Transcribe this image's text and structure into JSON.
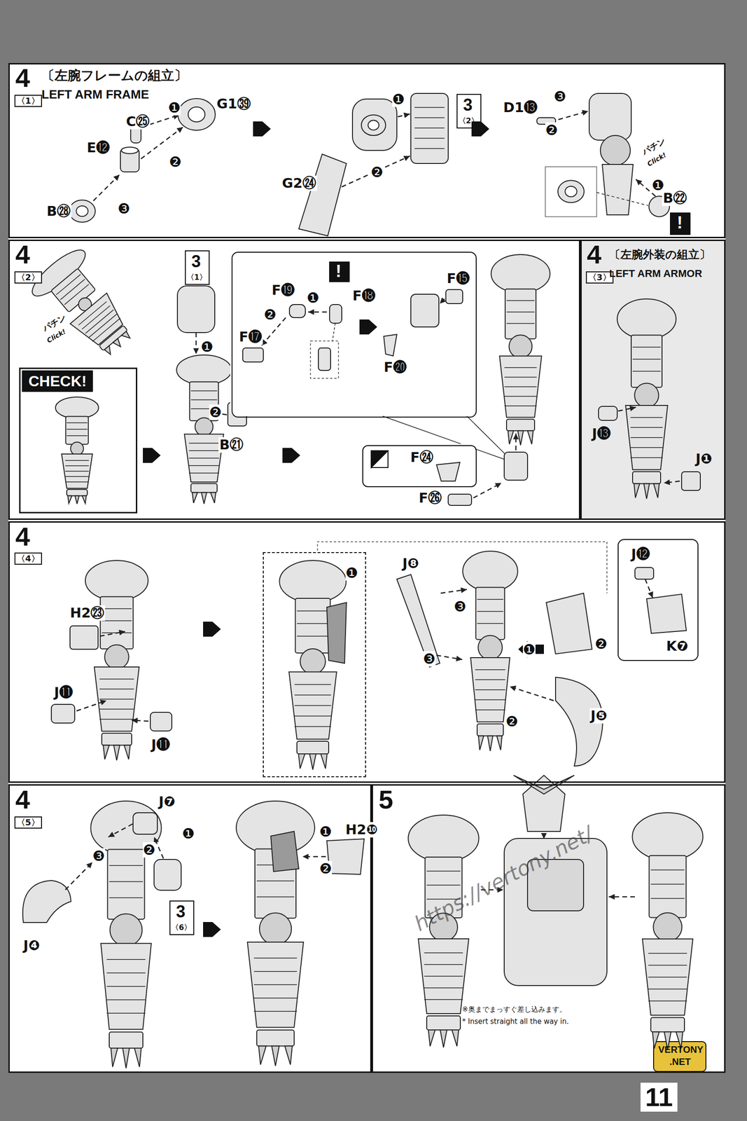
{
  "diagram": {
    "nodes": [
      {
        "text": [
          "4",
          "〈1〉",
          "〔左腕フレームの組立〕",
          "LEFT ARM FRAME"
        ]
      },
      {
        "text": [
          "3",
          "〈2〉"
        ],
        "in": 0
      },
      {
        "text": [
          "!"
        ],
        "in": 0
      },
      {
        "text": [
          "4",
          "〈2〉"
        ]
      },
      {
        "text": [
          "CHECK!"
        ],
        "in": 3
      },
      {
        "text": [
          "3",
          "〈1〉"
        ],
        "in": 3
      },
      {
        "text": [
          "F⓳",
          "❶",
          "F⓲",
          "❷",
          "F⓱",
          "F⓯",
          "F⓴"
        ],
        "in": 3
      },
      {
        "text": [
          "!"
        ],
        "in": 6
      },
      {
        "text": [
          "F㉔"
        ],
        "in": 3
      },
      {
        "text": [
          "4",
          "〈3〉",
          "〔左腕外装の組立〕",
          "LEFT ARM ARMOR"
        ]
      },
      {
        "text": [
          "4",
          "〈4〉"
        ]
      },
      {
        "text": [
          "❶"
        ],
        "in": 10
      },
      {
        "text": [
          "J⓬",
          "K❼"
        ],
        "in": 10
      },
      {
        "text": [
          "4",
          "〈5〉"
        ]
      },
      {
        "text": [
          "3",
          "〈6〉"
        ],
        "in": 13
      },
      {
        "text": [
          "5"
        ]
      }
    ],
    "labels": [
      "❶",
      "G1㊴",
      "C㉕",
      "E⓬",
      "❷",
      "❸",
      "B㉘",
      "❶",
      "❷",
      "G2㉔",
      "D1⓭",
      "❸",
      "❷",
      "パチン",
      "Click!",
      "❶",
      "B㉒",
      "パチン",
      "Click!",
      "❶",
      "❷",
      "B㉑",
      "F㉖",
      "J⓭",
      "J❶",
      "H2㉓",
      "J⓫",
      "J⓫",
      "J❽",
      "❸",
      "❶",
      "❷",
      "❸",
      "❷",
      "J❺",
      "J❼",
      "❶",
      "❷",
      "❸",
      "J❹",
      "❶",
      "H2❿",
      "❷",
      "※奥までまっすぐ差し込みます。",
      "* Insert straight all the way in.",
      "https://vertony.net/",
      "VERTONY",
      ".NET",
      "11"
    ]
  }
}
